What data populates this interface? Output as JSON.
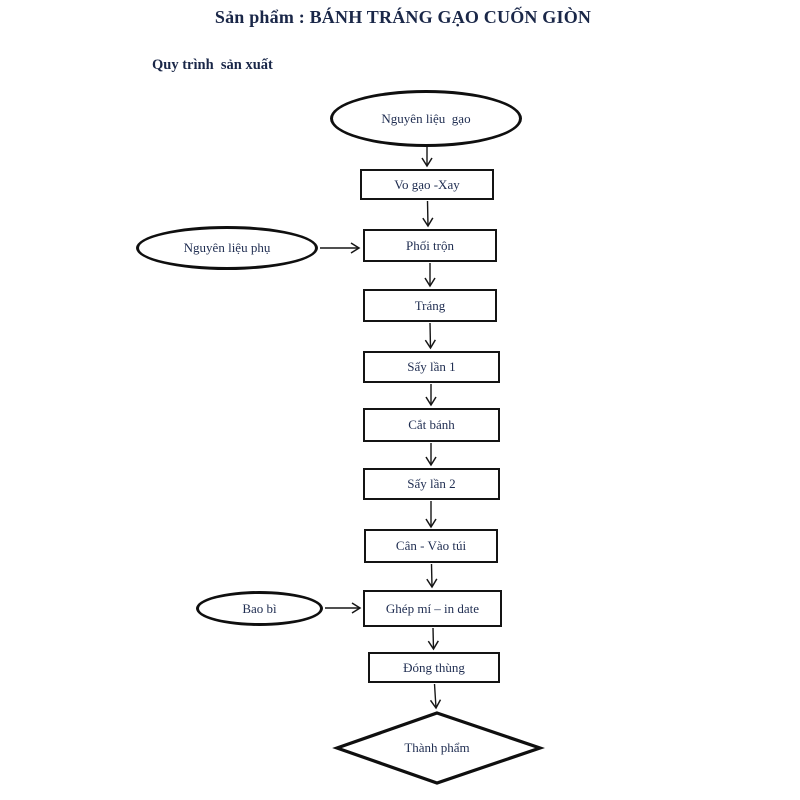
{
  "page": {
    "title": "Sản phẩm : BÁNH TRÁNG GẠO CUỐN GIÒN",
    "subtitle": "Quy trình  sản xuất"
  },
  "colors": {
    "text": "#1e2c50",
    "line": "#161616",
    "background": "#ffffff"
  },
  "flowchart": {
    "nodes": [
      {
        "id": "nguyen-lieu-gao",
        "shape": "ellipse",
        "label": "Nguyên liệu  gạo"
      },
      {
        "id": "vo-gao-xay",
        "shape": "rect",
        "label": "Vo gạo -Xay"
      },
      {
        "id": "nguyen-lieu-phu",
        "shape": "ellipse",
        "label": "Nguyên liệu phụ"
      },
      {
        "id": "phoi-tron",
        "shape": "rect",
        "label": "Phối trộn"
      },
      {
        "id": "trang",
        "shape": "rect",
        "label": "Tráng"
      },
      {
        "id": "say-lan-1",
        "shape": "rect",
        "label": "Sấy lần 1"
      },
      {
        "id": "cat-banh",
        "shape": "rect",
        "label": "Cắt bánh"
      },
      {
        "id": "say-lan-2",
        "shape": "rect",
        "label": "Sấy lần 2"
      },
      {
        "id": "can-vao-tui",
        "shape": "rect",
        "label": "Cân - Vào túi"
      },
      {
        "id": "bao-bi",
        "shape": "ellipse",
        "label": "Bao bì"
      },
      {
        "id": "ghep-mi-in-date",
        "shape": "rect",
        "label": "Ghép mí – in date"
      },
      {
        "id": "dong-thung",
        "shape": "rect",
        "label": "Đóng thùng"
      },
      {
        "id": "thanh-pham",
        "shape": "diamond",
        "label": "Thành phẩm"
      }
    ],
    "edges": [
      {
        "from": "nguyen-lieu-gao",
        "to": "vo-gao-xay"
      },
      {
        "from": "vo-gao-xay",
        "to": "phoi-tron"
      },
      {
        "from": "nguyen-lieu-phu",
        "to": "phoi-tron"
      },
      {
        "from": "phoi-tron",
        "to": "trang"
      },
      {
        "from": "trang",
        "to": "say-lan-1"
      },
      {
        "from": "say-lan-1",
        "to": "cat-banh"
      },
      {
        "from": "cat-banh",
        "to": "say-lan-2"
      },
      {
        "from": "say-lan-2",
        "to": "can-vao-tui"
      },
      {
        "from": "can-vao-tui",
        "to": "ghep-mi-in-date"
      },
      {
        "from": "bao-bi",
        "to": "ghep-mi-in-date"
      },
      {
        "from": "ghep-mi-in-date",
        "to": "dong-thung"
      },
      {
        "from": "dong-thung",
        "to": "thanh-pham"
      }
    ]
  }
}
